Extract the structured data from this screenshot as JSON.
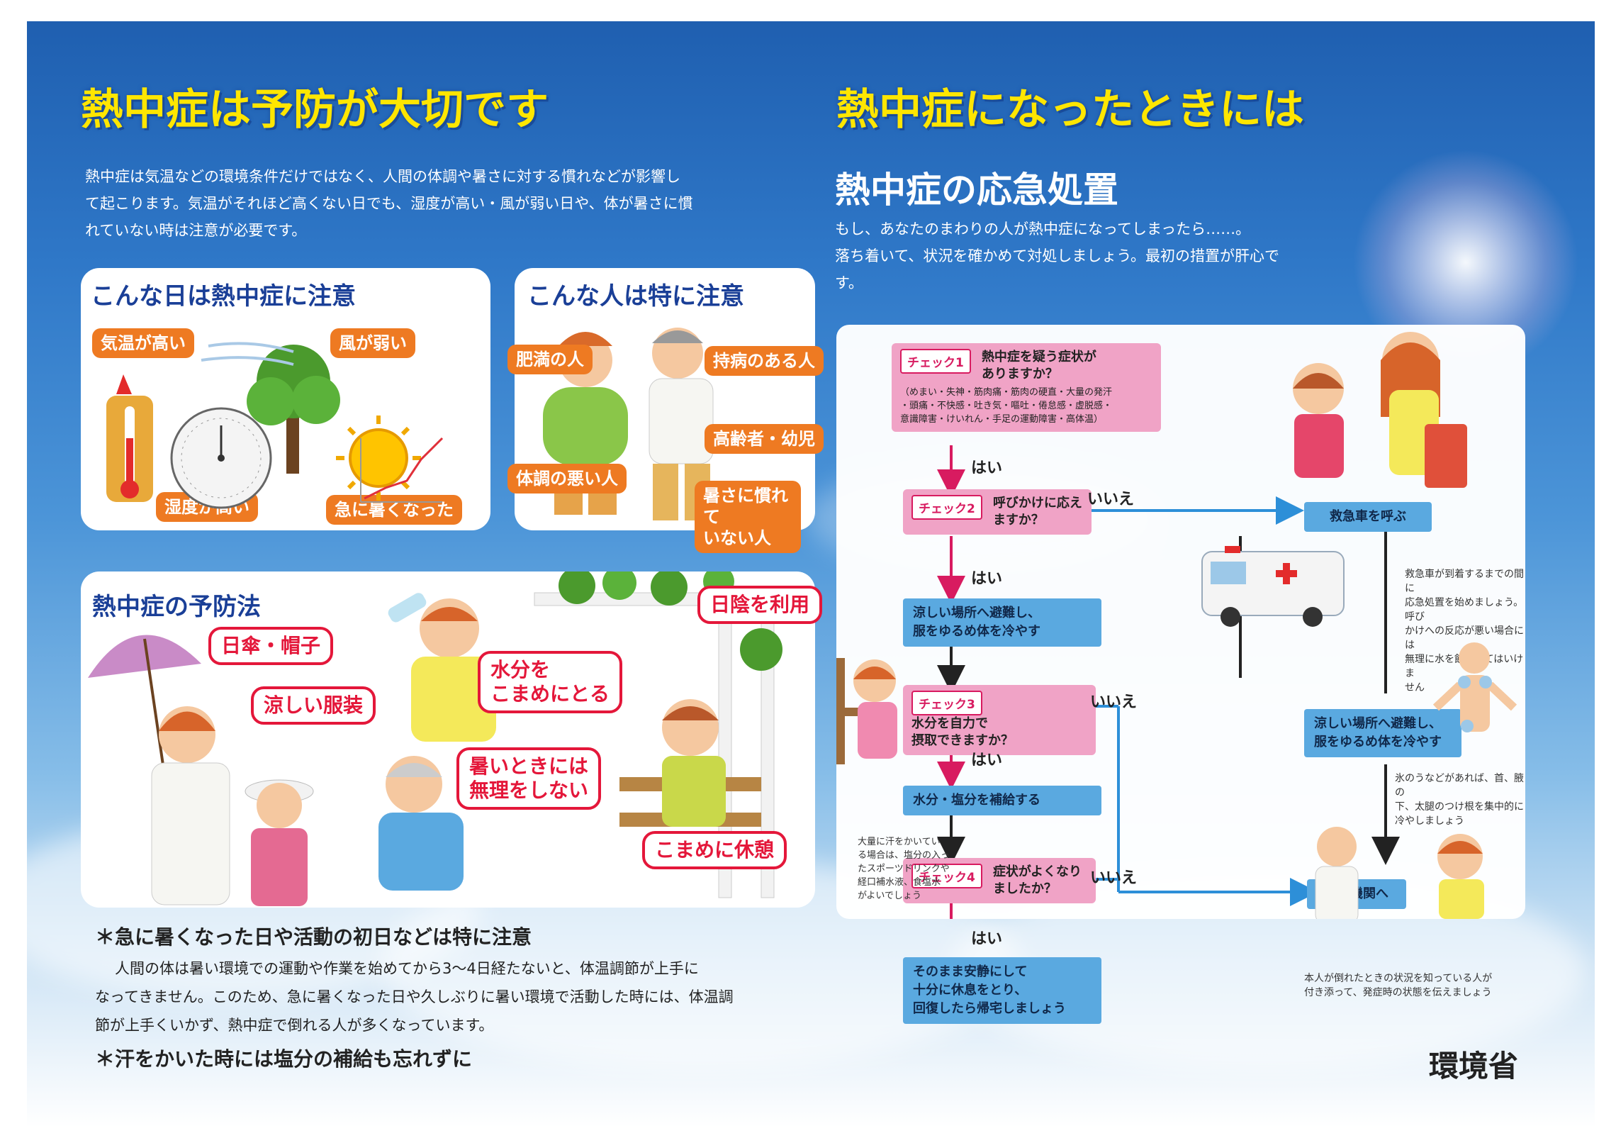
{
  "left": {
    "title": "熱中症は予防が大切です",
    "intro": [
      "熱中症は気温などの環境条件だけではなく、人間の体調や暑さに対する慣れなどが影響し",
      "て起こります。気温がそれほど高くない日でも、湿度が高い・風が弱い日や、体が暑さに慣",
      "れていない時は注意が必要です。"
    ],
    "days_panel": {
      "title": "こんな日は熱中症に注意",
      "labels": [
        "気温が高い",
        "風が弱い",
        "湿度が高い",
        "急に暑くなった"
      ]
    },
    "people_panel": {
      "title": "こんな人は特に注意",
      "labels": [
        "肥満の人",
        "持病のある人",
        "高齢者・幼児",
        "体調の悪い人",
        "暑さに慣れて",
        "いない人"
      ]
    },
    "prevention_panel": {
      "title": "熱中症の予防法",
      "labels": [
        "日傘・帽子",
        "涼しい服装",
        "水分を",
        "こまめにとる",
        "日陰を利用",
        "暑いときには",
        "無理をしない",
        "こまめに休憩"
      ]
    },
    "notes": [
      {
        "heading": "＊急に暑くなった日や活動の初日などは特に注意",
        "body": [
          "人間の体は暑い環境での運動や作業を始めてから3〜4日経たないと、体温調節が上手に",
          "なってきません。このため、急に暑くなった日や久しぶりに暑い環境で活動した時には、体温調",
          "節が上手くいかず、熱中症で倒れる人が多くなっています。"
        ]
      },
      {
        "heading": "＊汗をかいた時には塩分の補給も忘れずに"
      }
    ]
  },
  "right": {
    "title": "熱中症になったときには",
    "subtitle": "熱中症の応急処置",
    "intro": [
      "もし、あなたのまわりの人が熱中症になってしまったら……。",
      "落ち着いて、状況を確かめて対処しましょう。最初の措置が肝心で",
      "す。"
    ],
    "flow": {
      "check1": {
        "label": "チェック1",
        "question": [
          "熱中症を疑う症状が",
          "ありますか？"
        ],
        "symptoms": [
          "（めまい・失神・筋肉痛・筋肉の硬直・大量の発汗",
          "・頭痛・不快感・吐き気・嘔吐・倦怠感・虚脱感・",
          "意識障害・けいれん・手足の運動障害・高体温）"
        ]
      },
      "check2": {
        "label": "チェック2",
        "question": [
          "呼びかけに応え",
          "ますか？"
        ]
      },
      "check3": {
        "label": "チェック3",
        "question": [
          "水分を自力で",
          "摂取できますか？"
        ]
      },
      "check4": {
        "label": "チェック4",
        "question": [
          "症状がよくなり",
          "ましたか？"
        ]
      },
      "yes": "はい",
      "no": "いいえ",
      "cool_action": [
        "涼しい場所へ避難し、",
        "服をゆるめ体を冷やす"
      ],
      "fluid_action": "水分・塩分を補給する",
      "rest_action": [
        "そのまま安静にして",
        "十分に休息をとり、",
        "回復したら帰宅しましょう"
      ],
      "ambulance": "救急車を呼ぶ",
      "ambulance_note": [
        "救急車が到着するまでの間に",
        "応急処置を始めましょう。呼び",
        "かけへの反応が悪い場合には",
        "無理に水を飲ませてはいけま",
        "せん"
      ],
      "cool_action2": [
        "涼しい場所へ避難し、",
        "服をゆるめ体を冷やす"
      ],
      "ice_note": [
        "氷のうなどがあれば、首、腋の",
        "下、太腿のつけ根を集中的に",
        "冷やしましょう"
      ],
      "hospital": "医療機関へ",
      "hospital_note": [
        "本人が倒れたときの状況を知っている人が",
        "付き添って、発症時の状態を伝えましょう"
      ],
      "sweat_note": [
        "大量に汗をかいてい",
        "る場合は、塩分の入っ",
        "たスポーツドリンクや",
        "経口補水液、食塩水",
        "がよいでしょう"
      ]
    },
    "publisher": "環境省"
  },
  "colors": {
    "title_yellow": "#ffe600",
    "panel_title_blue": "#1a3f97",
    "bubble_orange": "#ee7a22",
    "bubble_red": "#e4173a",
    "check_pink": "#f0a3c6",
    "action_blue": "#5aa9e0",
    "arrow_magenta": "#d81b60",
    "arrow_blue": "#2d8fd8"
  }
}
